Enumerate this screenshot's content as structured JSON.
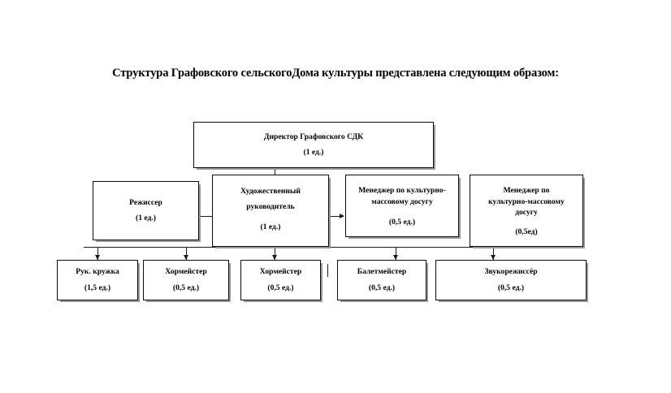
{
  "document": {
    "title": "Структура Графовского сельскогоДома культуры представлена следующим образом:"
  },
  "chart_data": {
    "type": "diagram",
    "diagram_kind": "organizational-chart",
    "title": "Структура Графовского сельскогоДома культуры представлена следующим образом:",
    "colors": {
      "box_border": "#0b0b0b",
      "box_fill": "#ffffff",
      "connector": "#1a1a1a",
      "shadow": "#9a9a9a",
      "text": "#000000",
      "background": "#ffffff"
    },
    "levels": [
      {
        "level": 1,
        "nodes": [
          {
            "id": "director",
            "title": "Директор Графовского СДК",
            "count": "(1 ед.)"
          }
        ]
      },
      {
        "level": 2,
        "nodes": [
          {
            "id": "director-stage",
            "title": "Режиссер",
            "count": "(1 ед.)"
          },
          {
            "id": "artistic-director",
            "title": "Художественный\nруководитель",
            "count": "(1 ед.)"
          },
          {
            "id": "manager-1",
            "title": "Менеджер по культурно-\nмассовому досугу",
            "count": "(0,5 ед.)"
          },
          {
            "id": "manager-2",
            "title": "Менеджер по\nкультурно-массовому\nдосугу",
            "count": "(0,5ед)"
          }
        ]
      },
      {
        "level": 3,
        "nodes": [
          {
            "id": "club-leader",
            "title": "Рук. кружка",
            "count": "(1,5 ед.)"
          },
          {
            "id": "choirmaster-1",
            "title": "Хормейстер",
            "count": "(0,5 ед.)"
          },
          {
            "id": "choirmaster-2",
            "title": "Хормейстер",
            "count": "(0,5 ед.)"
          },
          {
            "id": "ballet-master",
            "title": "Балетмейстер",
            "count": "(0,5 ед.)"
          },
          {
            "id": "sound-engineer",
            "title": "Звукорежиссёр",
            "count": "(0,5 ед.)"
          }
        ]
      }
    ],
    "edges": [
      {
        "from": "director",
        "to": "artistic-director",
        "style": "vertical-line"
      },
      {
        "from": "artistic-director",
        "to": "director-stage",
        "style": "arrow-left"
      },
      {
        "from": "artistic-director",
        "to": "manager-1",
        "style": "arrow-right"
      },
      {
        "from": "artistic-director",
        "to": "choirmaster-2",
        "style": "arrow-down"
      },
      {
        "from": "bus",
        "to": "club-leader",
        "style": "arrow-down"
      },
      {
        "from": "bus",
        "to": "choirmaster-1",
        "style": "arrow-down"
      },
      {
        "from": "bus",
        "to": "ballet-master",
        "style": "arrow-down"
      },
      {
        "from": "bus",
        "to": "sound-engineer",
        "style": "arrow-down"
      }
    ]
  }
}
